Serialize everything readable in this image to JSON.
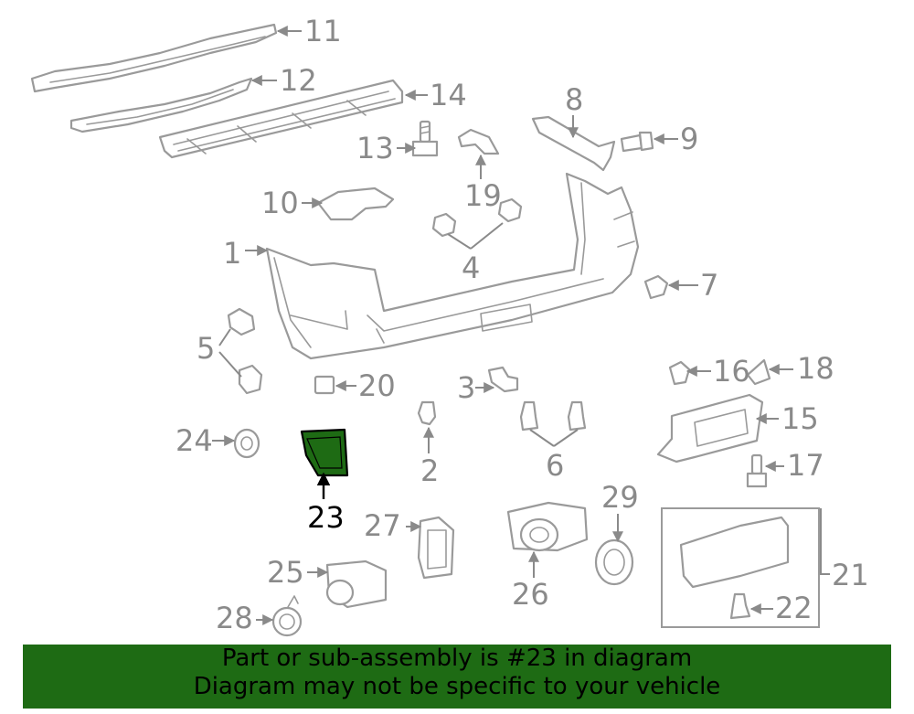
{
  "colors": {
    "highlight": "#1e6b14",
    "banner": "#1e6b14",
    "parts": "#9a9a9a",
    "labels": "#8a8a8a"
  },
  "highlighted_part": "23",
  "callouts": {
    "c1": "1",
    "c2": "2",
    "c3": "3",
    "c4": "4",
    "c5": "5",
    "c6": "6",
    "c7": "7",
    "c8": "8",
    "c9": "9",
    "c10": "10",
    "c11": "11",
    "c12": "12",
    "c13": "13",
    "c14": "14",
    "c15": "15",
    "c16": "16",
    "c17": "17",
    "c18": "18",
    "c19": "19",
    "c20": "20",
    "c21": "21",
    "c22": "22",
    "c23": "23",
    "c24": "24",
    "c25": "25",
    "c26": "26",
    "c27": "27",
    "c28": "28",
    "c29": "29"
  },
  "footer": {
    "line1": "Part or sub-assembly is #23 in diagram",
    "line2": "Diagram may not be specific to your vehicle"
  }
}
